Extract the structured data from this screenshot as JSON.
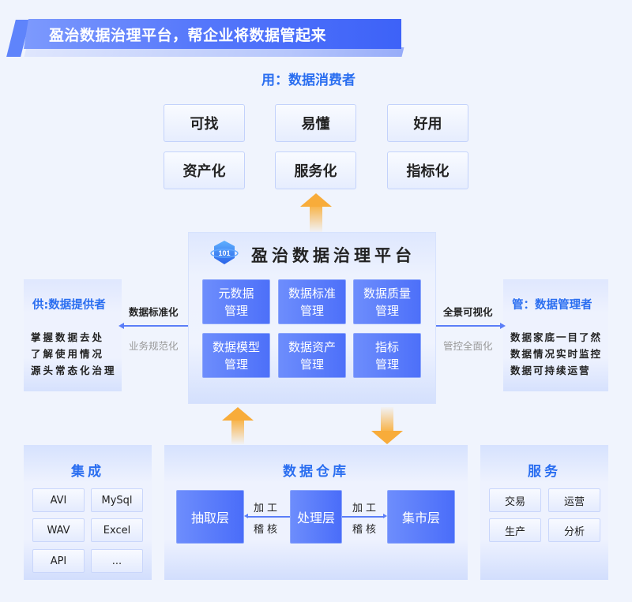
{
  "header": {
    "title": "盈治数据治理平台，帮企业将数据管起来"
  },
  "consumer": {
    "title": "用：数据消费者",
    "benefits": [
      "可找",
      "易懂",
      "好用",
      "资产化",
      "服务化",
      "指标化"
    ]
  },
  "platform": {
    "logo_text": "101",
    "title": "盈治数据治理平台",
    "modules": [
      {
        "line1": "元数据",
        "line2": "管理"
      },
      {
        "line1": "数据标准",
        "line2": "管理"
      },
      {
        "line1": "数据质量",
        "line2": "管理"
      },
      {
        "line1": "数据模型",
        "line2": "管理"
      },
      {
        "line1": "数据资产",
        "line2": "管理"
      },
      {
        "line1": "指标",
        "line2": "管理"
      }
    ]
  },
  "provider": {
    "title": "供:数据提供者",
    "lines": [
      "掌握数据去处",
      "了解使用情况",
      "源头常态化治理"
    ],
    "flow_top": "数据标准化",
    "flow_bottom": "业务规范化"
  },
  "manager": {
    "title": "管：数据管理者",
    "lines": [
      "数据家底一目了然",
      "数据情况实时监控",
      "数据可持续运营"
    ],
    "flow_top": "全景可视化",
    "flow_bottom": "管控全面化"
  },
  "integration": {
    "title": "集成",
    "items": [
      "AVI",
      "MySql",
      "WAV",
      "Excel",
      "API",
      "..."
    ]
  },
  "warehouse": {
    "title": "数据仓库",
    "layers": [
      "抽取层",
      "处理层",
      "集市层"
    ],
    "process_top": "加工",
    "process_bottom": "稽核"
  },
  "services": {
    "title": "服务",
    "items": [
      "交易",
      "运营",
      "生产",
      "分析"
    ]
  },
  "colors": {
    "accent_blue": "#2a6ef0",
    "module_blue": "#4d70f9",
    "arrow_orange": "#f8ac3a",
    "background": "#f0f4fd"
  }
}
